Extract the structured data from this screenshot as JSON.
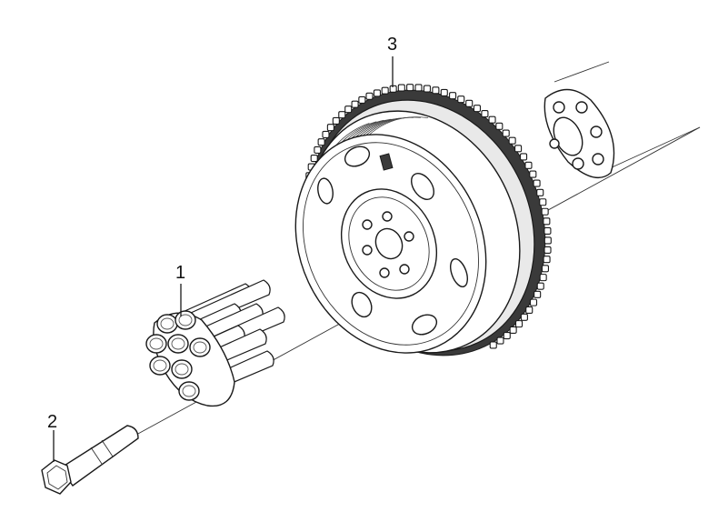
{
  "diagram": {
    "callouts": [
      {
        "id": "bolt-set",
        "label": "1"
      },
      {
        "id": "single-bolt",
        "label": "2"
      },
      {
        "id": "flywheel",
        "label": "3"
      }
    ],
    "colors": {
      "line": "#1a1a1a",
      "background": "#ffffff",
      "shade": "#e9e9e9"
    }
  }
}
